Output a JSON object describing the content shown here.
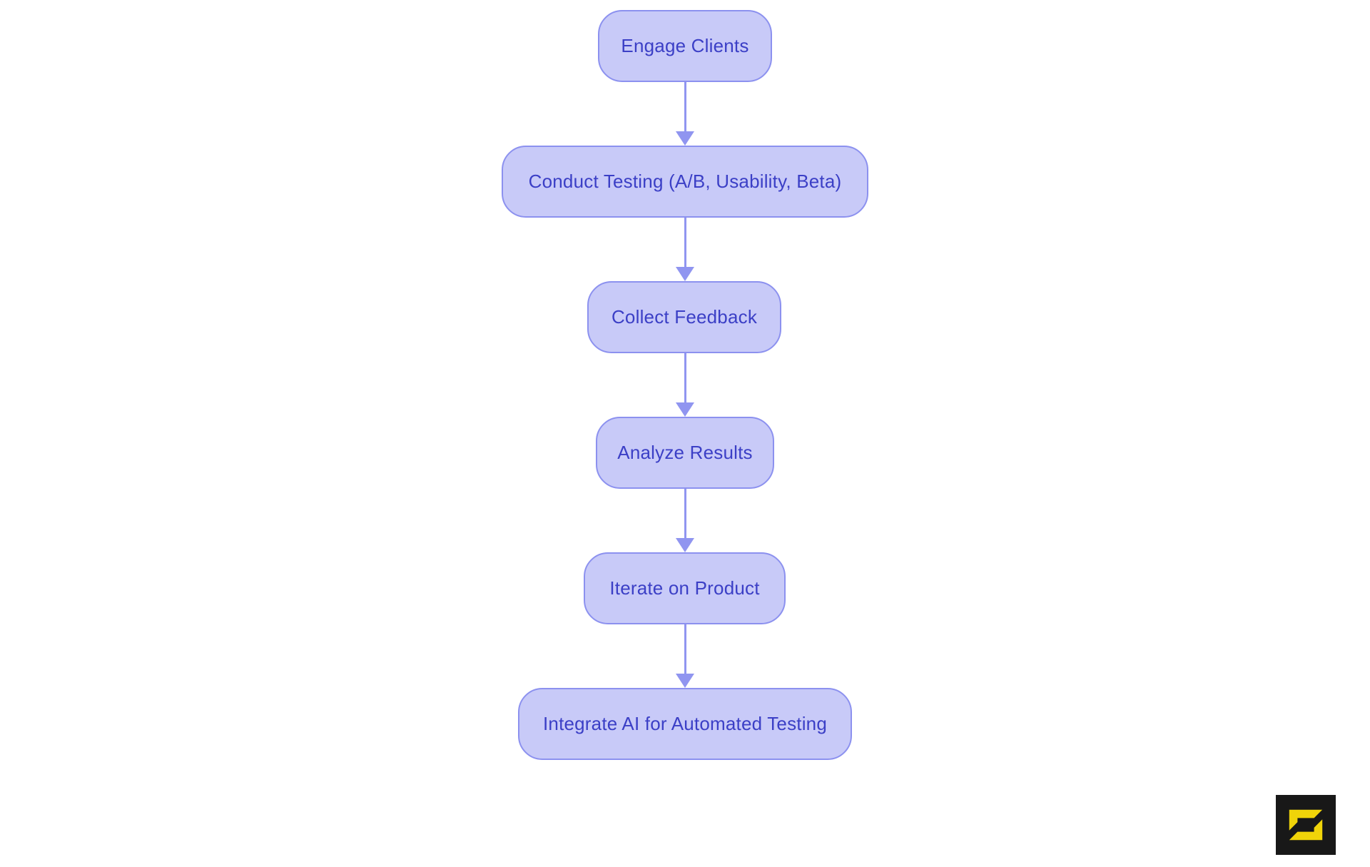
{
  "page": {
    "background_color": "#ffffff"
  },
  "flowchart": {
    "type": "vertical-flow",
    "direction": "top-down",
    "nodes": [
      {
        "id": "engage-clients",
        "label": "Engage Clients"
      },
      {
        "id": "conduct-testing",
        "label": "Conduct Testing (A/B, Usability, Beta)"
      },
      {
        "id": "collect-feedback",
        "label": "Collect Feedback"
      },
      {
        "id": "analyze-results",
        "label": "Analyze Results"
      },
      {
        "id": "iterate-product",
        "label": "Iterate on Product"
      },
      {
        "id": "integrate-ai",
        "label": "Integrate AI for Automated Testing"
      }
    ],
    "edges": [
      {
        "from": "engage-clients",
        "to": "conduct-testing"
      },
      {
        "from": "conduct-testing",
        "to": "collect-feedback"
      },
      {
        "from": "collect-feedback",
        "to": "analyze-results"
      },
      {
        "from": "analyze-results",
        "to": "iterate-product"
      },
      {
        "from": "iterate-product",
        "to": "integrate-ai"
      }
    ],
    "colors": {
      "node_fill": "#c8caf8",
      "node_border": "#8c91ef",
      "node_text": "#3b3fc6",
      "arrow": "#9095f0"
    }
  },
  "branding": {
    "logo_icon": "s-logo",
    "logo_background": "#181818",
    "logo_glyph_color": "#f0d409"
  }
}
